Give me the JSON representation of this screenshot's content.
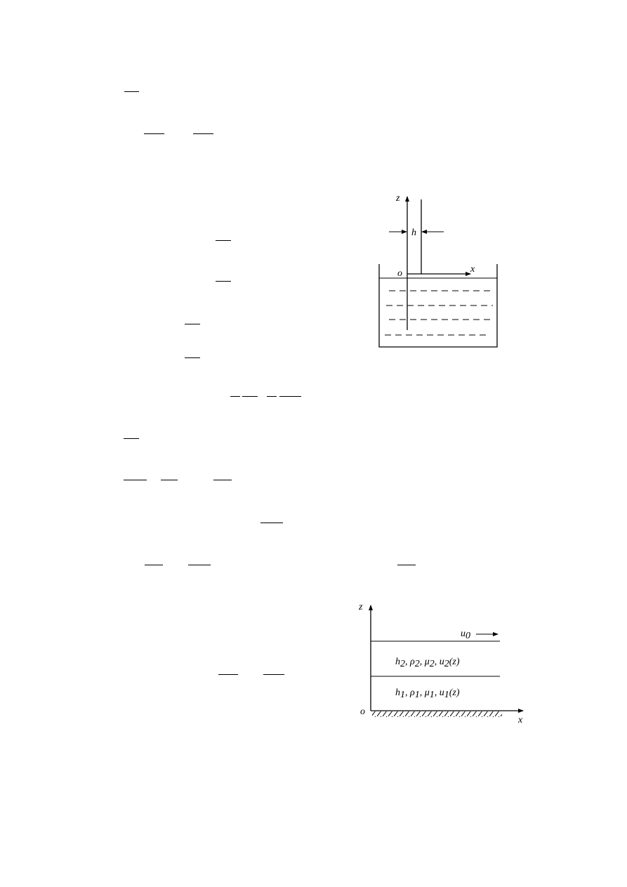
{
  "figure1": {
    "z_label": "z",
    "h_label": "h",
    "o_label": "o",
    "x_label": "x"
  },
  "figure2": {
    "z_label": "z",
    "o_label": "o",
    "x_label": "x",
    "u0_main": "u",
    "u0_sub": "0",
    "upper_layer": {
      "h": "h",
      "rho": "ρ",
      "mu": "μ",
      "u": "u",
      "sub": "2",
      "arg": "(z)"
    },
    "lower_layer": {
      "h": "h",
      "rho": "ρ",
      "mu": "μ",
      "u": "u",
      "sub": "1",
      "arg": "(z)"
    }
  }
}
